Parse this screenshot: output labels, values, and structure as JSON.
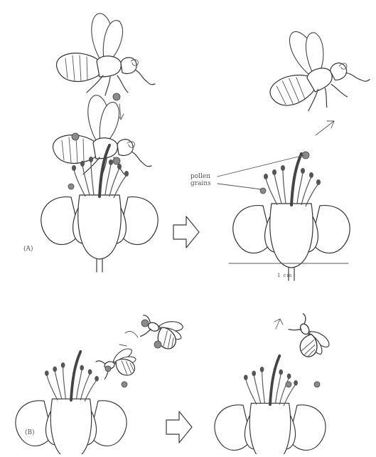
{
  "labels": {
    "panel_a": "(A)",
    "panel_b": "(B)",
    "pollen_line1": "pollen",
    "pollen_line2": "grains",
    "scale": "1 cm"
  },
  "colors": {
    "ink": "#3a3a3a",
    "pollen": "#8a8a8a",
    "background": "#ffffff"
  }
}
